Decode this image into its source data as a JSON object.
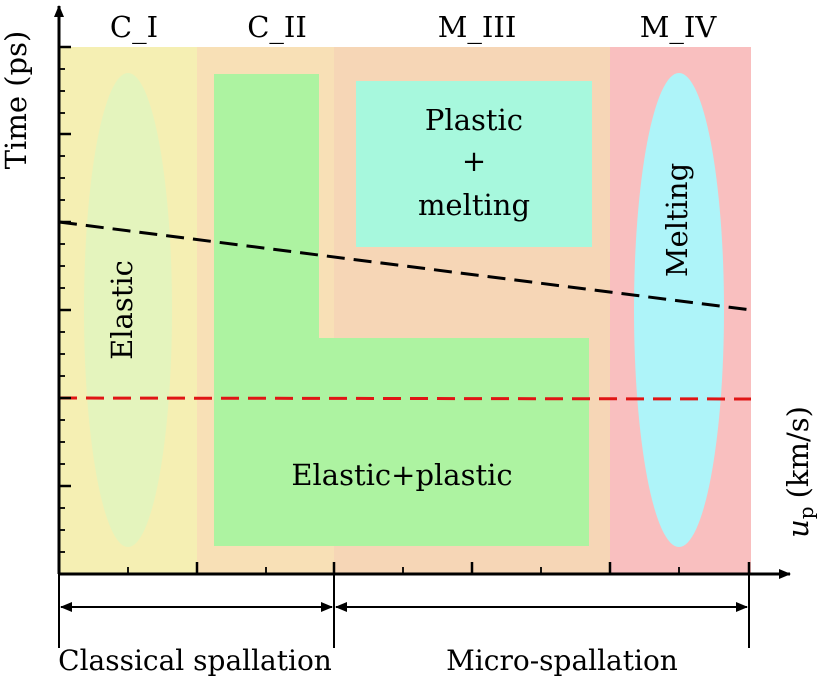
{
  "axes": {
    "y_label": "Time (ps)",
    "x_label_symbol": "u",
    "x_label_subscript": "p",
    "x_label_units": "(km/s)"
  },
  "regimes": [
    {
      "id": "c1",
      "label": "C_I",
      "color": "#f5efb3"
    },
    {
      "id": "c2",
      "label": "C_II",
      "color": "#f8e0b6"
    },
    {
      "id": "m3",
      "label": "M_III",
      "color": "#f6d6b6"
    },
    {
      "id": "m4",
      "label": "M_IV",
      "color": "#f9bfbf"
    }
  ],
  "zones": {
    "elastic": {
      "label": "Elastic",
      "color": "#e4f4bd"
    },
    "elastic_plastic": {
      "label": "Elastic+plastic",
      "color": "#adf3a1"
    },
    "plastic_melting": {
      "lines": [
        "Plastic",
        "+",
        "melting"
      ],
      "color": "#a7f8dd"
    },
    "melting": {
      "label": "Melting",
      "color": "#aef4f9"
    }
  },
  "lines": {
    "black_dashed": {
      "color": "#000000"
    },
    "red_dashed": {
      "color": "#e01515"
    }
  },
  "bottom": {
    "classical": "Classical spallation",
    "micro": "Micro-spallation"
  }
}
